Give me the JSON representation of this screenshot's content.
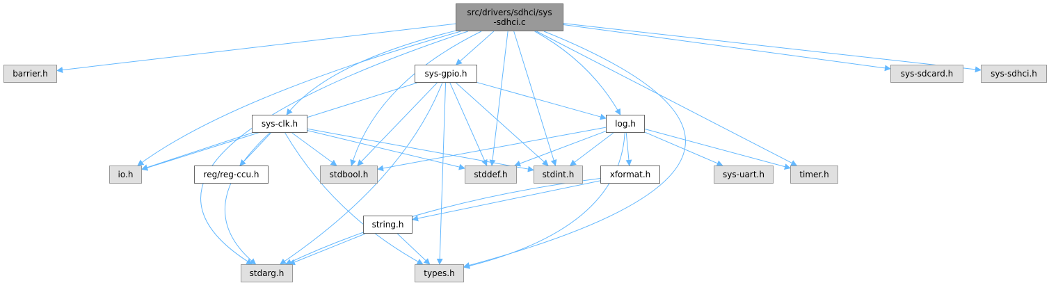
{
  "graph": {
    "edge_color": "#63b8ff",
    "nodes": {
      "root": {
        "line1": "src/drivers/sdhci/sys",
        "line2": "-sdhci.c"
      },
      "barrier": {
        "label": "barrier.h"
      },
      "sysgpio": {
        "label": "sys-gpio.h"
      },
      "syssdcard": {
        "label": "sys-sdcard.h"
      },
      "syssdhci": {
        "label": "sys-sdhci.h"
      },
      "sysclk": {
        "label": "sys-clk.h"
      },
      "log": {
        "label": "log.h"
      },
      "io": {
        "label": "io.h"
      },
      "regccu": {
        "label": "reg/reg-ccu.h"
      },
      "stdbool": {
        "label": "stdbool.h"
      },
      "stddef": {
        "label": "stddef.h"
      },
      "stdint": {
        "label": "stdint.h"
      },
      "xformat": {
        "label": "xformat.h"
      },
      "sysuart": {
        "label": "sys-uart.h"
      },
      "timer": {
        "label": "timer.h"
      },
      "string": {
        "label": "string.h"
      },
      "stdarg": {
        "label": "stdarg.h"
      },
      "types": {
        "label": "types.h"
      }
    },
    "edges": [
      [
        "root",
        "barrier"
      ],
      [
        "root",
        "io"
      ],
      [
        "root",
        "stdarg"
      ],
      [
        "root",
        "sysclk"
      ],
      [
        "root",
        "stdbool"
      ],
      [
        "root",
        "sysgpio"
      ],
      [
        "root",
        "stddef"
      ],
      [
        "root",
        "stdint"
      ],
      [
        "root",
        "log"
      ],
      [
        "root",
        "timer"
      ],
      [
        "root",
        "types"
      ],
      [
        "root",
        "syssdcard"
      ],
      [
        "root",
        "syssdhci"
      ],
      [
        "sysgpio",
        "io"
      ],
      [
        "sysgpio",
        "stdbool"
      ],
      [
        "sysgpio",
        "stdarg"
      ],
      [
        "sysgpio",
        "types"
      ],
      [
        "sysgpio",
        "stddef"
      ],
      [
        "sysgpio",
        "stdint"
      ],
      [
        "sysgpio",
        "log"
      ],
      [
        "sysclk",
        "io"
      ],
      [
        "sysclk",
        "regccu"
      ],
      [
        "sysclk",
        "stdarg"
      ],
      [
        "sysclk",
        "types"
      ],
      [
        "sysclk",
        "stdbool"
      ],
      [
        "sysclk",
        "stddef"
      ],
      [
        "sysclk",
        "stdint"
      ],
      [
        "log",
        "stdbool"
      ],
      [
        "log",
        "stddef"
      ],
      [
        "log",
        "stdint"
      ],
      [
        "log",
        "xformat"
      ],
      [
        "log",
        "types"
      ],
      [
        "log",
        "sysuart"
      ],
      [
        "log",
        "timer"
      ],
      [
        "xformat",
        "stdarg"
      ],
      [
        "xformat",
        "string"
      ],
      [
        "string",
        "stdarg"
      ],
      [
        "string",
        "types"
      ]
    ]
  }
}
